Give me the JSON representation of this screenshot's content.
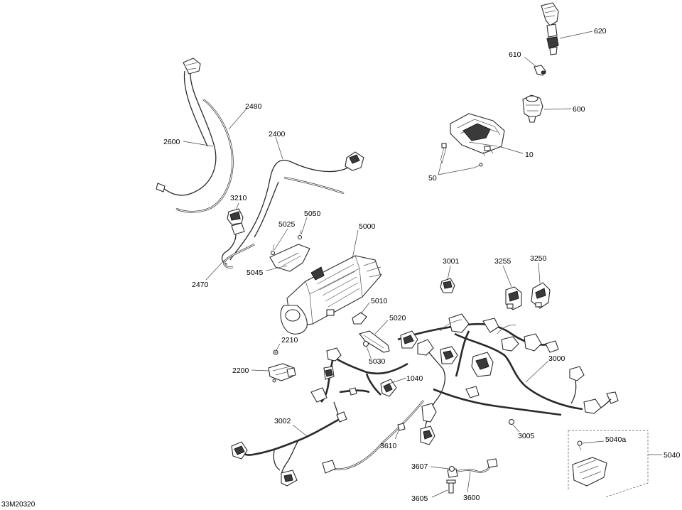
{
  "diagram": {
    "reference_code": "33M20320",
    "callouts": {
      "c620": "620",
      "c610": "610",
      "c600": "600",
      "c10": "10",
      "c50": "50",
      "c2480": "2480",
      "c2600": "2600",
      "c2400": "2400",
      "c3210": "3210",
      "c5050": "5050",
      "c5025": "5025",
      "c5000": "5000",
      "c5045": "5045",
      "c2470": "2470",
      "c3001": "3001",
      "c3255": "3255",
      "c3250": "3250",
      "c5010": "5010",
      "c5020": "5020",
      "c2210": "2210",
      "c5030": "5030",
      "c3000": "3000",
      "c2200": "2200",
      "c1040": "1040",
      "c3002": "3002",
      "c3005": "3005",
      "c5040a": "5040a",
      "c3610": "3610",
      "c5040": "5040",
      "c3607": "3607",
      "c3605": "3605",
      "c3600": "3600"
    }
  }
}
